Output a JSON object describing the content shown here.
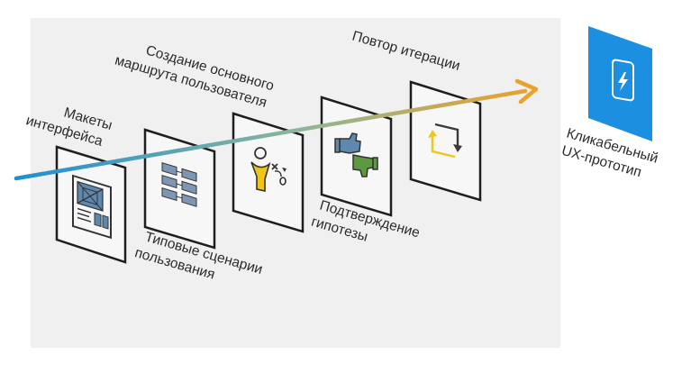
{
  "diagram": {
    "stages": [
      {
        "id": "mockups",
        "lines": [
          "Макеты",
          "интерфейса"
        ]
      },
      {
        "id": "scenarios",
        "lines": [
          "Типовые сценарии",
          "пользования"
        ]
      },
      {
        "id": "route",
        "lines": [
          "Создание основного",
          "маршрута пользователя"
        ]
      },
      {
        "id": "hypothesis",
        "lines": [
          "Подтверждение",
          "гипотезы"
        ]
      },
      {
        "id": "iteration",
        "lines": [
          "Повтор итерации"
        ]
      }
    ],
    "result": {
      "lines": [
        "Кликабельный",
        "UX-прототип"
      ]
    },
    "colors": {
      "panel_background": "#f0f0f1",
      "card_fill": "#f7f7f7",
      "card_stroke": "#1e1e1e",
      "arrow_start": "#1e8fd3",
      "arrow_mid": "#8db59a",
      "arrow_end": "#e9a22c",
      "result_blue": "#1c8fe0",
      "icon_blue": "#5e88b0",
      "icon_green": "#5d9a3f",
      "icon_yellow": "#f0c419"
    }
  }
}
